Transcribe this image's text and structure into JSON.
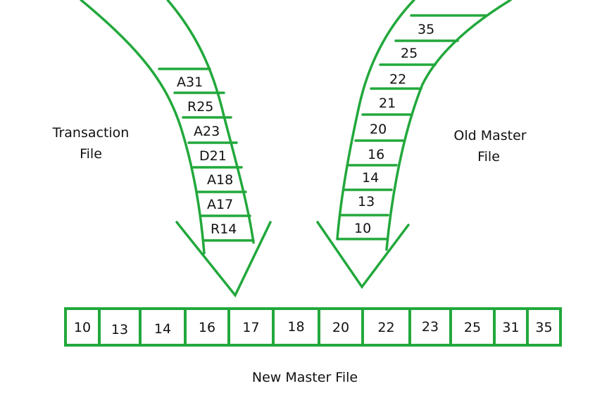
{
  "labels": {
    "transaction_file": [
      "Transaction",
      "File"
    ],
    "old_master_file": [
      "Old Master",
      "File"
    ],
    "new_master_file": "New Master File"
  },
  "transaction_records": [
    "A31",
    "R25",
    "A23",
    "D21",
    "A18",
    "A17",
    "R14"
  ],
  "old_master_records": [
    "35",
    "25",
    "22",
    "21",
    "20",
    "16",
    "14",
    "13",
    "10"
  ],
  "new_master_records": [
    "10",
    "13",
    "14",
    "16",
    "17",
    "18",
    "20",
    "22",
    "23",
    "25",
    "31",
    "35"
  ],
  "colors": {
    "line": "#22a83c",
    "text": "#111111",
    "background": "#ffffff"
  }
}
